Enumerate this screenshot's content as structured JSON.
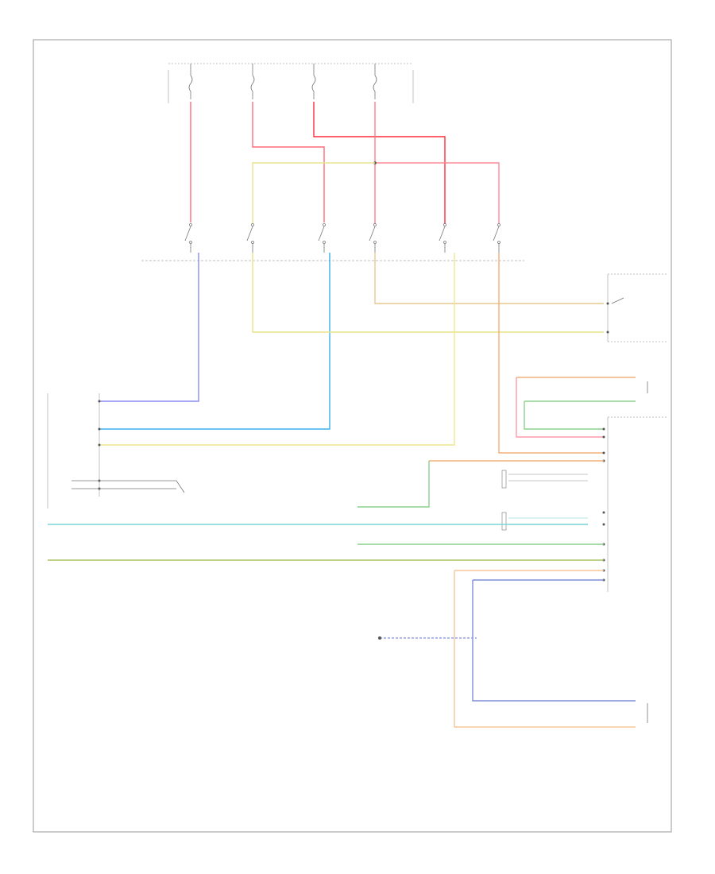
{
  "diagram": {
    "footer_code": "",
    "fuses": [
      {
        "id": "fuse-1",
        "label": "",
        "rating": "",
        "pin": ""
      },
      {
        "id": "fuse-2",
        "label": "",
        "rating": "",
        "pin": ""
      },
      {
        "id": "fuse-3",
        "label": "",
        "rating": "",
        "pin": ""
      },
      {
        "id": "fuse-4",
        "label": "",
        "rating": "",
        "pin": ""
      }
    ],
    "left_blocks": {
      "cluster_title": "",
      "cluster_wires": [
        "",
        "",
        "",
        ""
      ],
      "lines": [
        "",
        ""
      ]
    },
    "right_blocks": {
      "relay_box": "",
      "connector_a": "",
      "connector_b": "",
      "module": "",
      "sensor_bottom": ""
    }
  },
  "colors": {
    "red": "#ff5f6e",
    "red_dark": "#ff2d3b",
    "pink": "#ff9aa8",
    "blue": "#8c8cf0",
    "cyan": "#3ab0ea",
    "yellow": "#e7e38a",
    "orange": "#f3b07a",
    "tan": "#e8c98e",
    "green": "#8cd18c",
    "teal": "#7dd6d6",
    "olive": "#a7c25e",
    "navy": "#7e8fd9",
    "frame": "#9a9a9a"
  }
}
